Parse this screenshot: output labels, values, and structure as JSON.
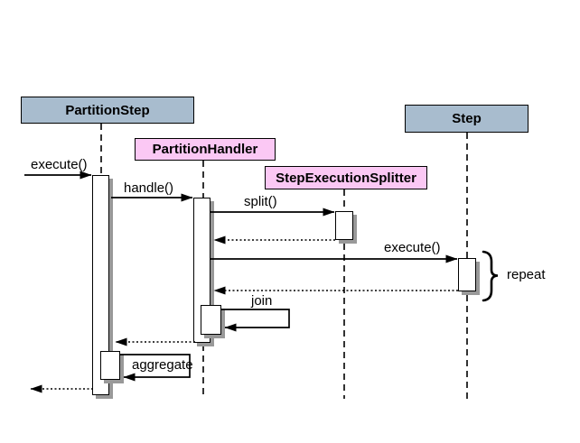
{
  "diagram": {
    "type": "uml-sequence-diagram",
    "actors": [
      {
        "id": "partition-step",
        "name": "PartitionStep",
        "fill": "#a8bcce"
      },
      {
        "id": "partition-handler",
        "name": "PartitionHandler",
        "fill": "#fbc8f4"
      },
      {
        "id": "step-execution-splitter",
        "name": "StepExecutionSplitter",
        "fill": "#fbc8f4"
      },
      {
        "id": "step",
        "name": "Step",
        "fill": "#a8bcce"
      }
    ],
    "messages": [
      {
        "label": "execute()",
        "kind": "call",
        "from": null,
        "to": "PartitionStep"
      },
      {
        "label": "handle()",
        "kind": "call",
        "from": "PartitionStep",
        "to": "PartitionHandler"
      },
      {
        "label": "split()",
        "kind": "call",
        "from": "PartitionHandler",
        "to": "StepExecutionSplitter"
      },
      {
        "label": "execute()",
        "kind": "call",
        "from": "PartitionHandler",
        "to": "Step",
        "annotation": "repeat"
      },
      {
        "label": "join",
        "kind": "self-call",
        "from": "PartitionHandler",
        "to": "PartitionHandler"
      },
      {
        "label": "aggregate",
        "kind": "self-call",
        "from": "PartitionStep",
        "to": "PartitionStep"
      }
    ],
    "returns_count": 4,
    "annotation": {
      "brace": "}",
      "label": "repeat"
    },
    "colors": {
      "actor_blue": "#a8bcce",
      "actor_pink": "#fbc8f4",
      "line": "#000000",
      "shadow": "#999999",
      "background": "#ffffff"
    }
  }
}
